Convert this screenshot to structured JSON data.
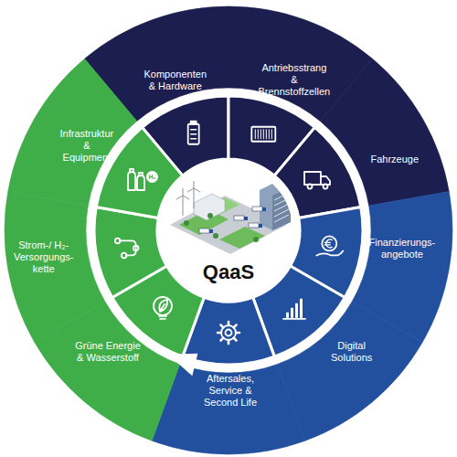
{
  "diagram": {
    "nodes": [
      {
        "text": [
          "Komponenten & Hardware"
        ]
      },
      {
        "text": [
          "Antriebsstrang & Brennstoffzellen"
        ]
      },
      {
        "text": [
          "Fahrzeuge"
        ]
      },
      {
        "text": [
          "Finanzierungs- angebote"
        ]
      },
      {
        "text": [
          "Digital Solutions"
        ]
      },
      {
        "text": [
          "Aftersales, Service & Second Life"
        ]
      },
      {
        "text": [
          "Grüne Energie & Wasserstoff"
        ]
      },
      {
        "text": [
          "Strom-/ H₂- Versorgungs- kette"
        ]
      },
      {
        "text": [
          "Infrastruktur & Equipment"
        ]
      },
      {
        "text": [
          "QaaS"
        ]
      }
    ],
    "labels": [
      "H₂"
    ]
  }
}
